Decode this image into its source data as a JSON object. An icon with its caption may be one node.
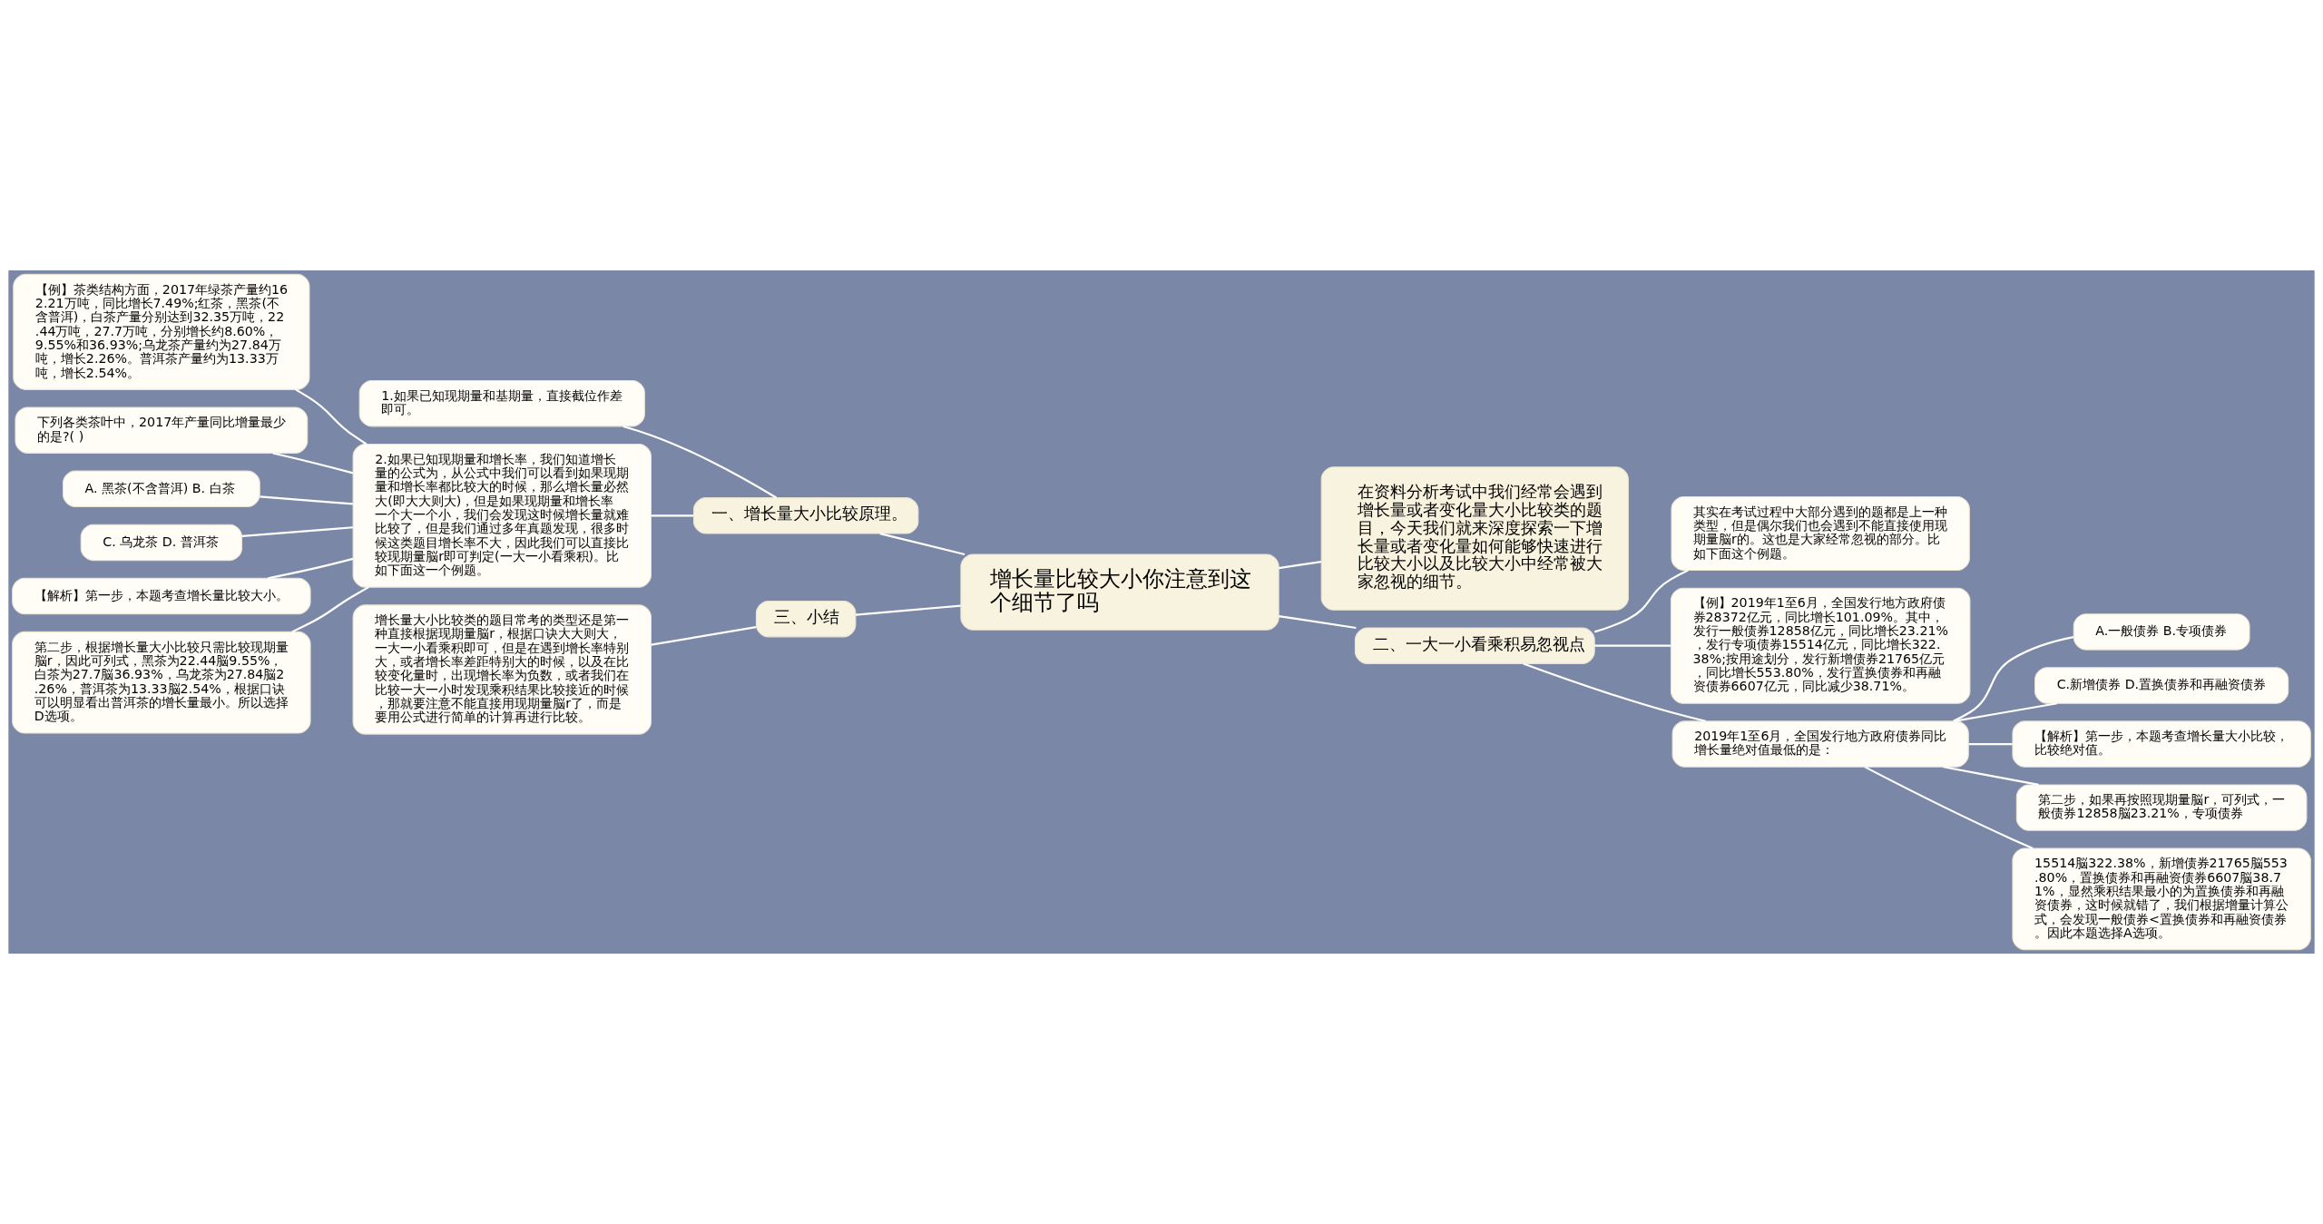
{
  "diagram": {
    "nodes": [
      {
        "text": [
          "增长量比较大小你注意到这个细节了吗"
        ]
      },
      {
        "text": [
          "在资料分析考试中我们经常会遇到增长量或者变化量大小比较类的题目，今天我们就来深度探索一下增长量或者变化量如何能够快速进行比较大小以及比较大小中经常被大家忽视的细节。"
        ]
      },
      {
        "text": [
          "一、增长量大小比较原理。"
        ]
      },
      {
        "text": [
          "1.如果已知现期量和基期量，直接截位作差即可。"
        ]
      },
      {
        "text": [
          "2.如果已知现期量和增长率，我们知道增长量的公式为，从公式中我们可以看到如果现期量和增长率都比较大的时候，那么增长量必然大(即大大则大)，但是如果现期量和增长率一个大一个小，我们会发现这时候增长量就难比较了，但是我们通过多年真题发现，很多时候这类题目增长率不大，因此我们可以直接比较现期量脳r即可判定(一大一小看乘积)。比如下面这一个例题。"
        ]
      },
      {
        "text": [
          "【例】茶类结构方面，2017年绿茶产量约162.21万吨，同比增长7.49%;红茶，黑茶(不含普洱)，白茶产量分别达到32.35万吨，22.44万吨，27.7万吨，分别增长约8.60%，9.55%和36.93%;乌龙茶产量约为27.84万吨，增长2.26%。普洱茶产量约为13.33万吨，增长2.54%。"
        ]
      },
      {
        "text": [
          "下列各类茶叶中，2017年产量同比增量最少的是?( )"
        ]
      },
      {
        "text": [
          "A. 黑茶(不含普洱) B. 白茶"
        ]
      },
      {
        "text": [
          "C. 乌龙茶 D. 普洱茶"
        ]
      },
      {
        "text": [
          "【解析】第一步，本题考查增长量比较大小。"
        ]
      },
      {
        "text": [
          "第二步，根据增长量大小比较只需比较现期量脳r，因此可列式，黑茶为22.44脳9.55%，白茶为27.7脳36.93%，乌龙茶为27.84脳2.26%，普洱茶为13.33脳2.54%，根据口诀可以明显看出普洱茶的增长量最小。所以选择D选项。"
        ]
      },
      {
        "text": [
          "二、一大一小看乘积易忽视点"
        ]
      },
      {
        "text": [
          "其实在考试过程中大部分遇到的题都是上一种类型，但是偶尔我们也会遇到不能直接使用现期量脳r的。这也是大家经常忽视的部分。比如下面这个例题。"
        ]
      },
      {
        "text": [
          "【例】2019年1至6月，全国发行地方政府债券28372亿元，同比增长101.09%。其中，发行一般债券12858亿元，同比增长23.21%，发行专项债券15514亿元，同比增长322.38%;按用途划分，发行新增债券21765亿元，同比增长553.80%，发行置换债券和再融资债券6607亿元，同比减少38.71%。"
        ]
      },
      {
        "text": [
          "2019年1至6月，全国发行地方政府债券同比增长量绝对值最低的是："
        ]
      },
      {
        "text": [
          "A.一般债券 B.专项债券"
        ]
      },
      {
        "text": [
          "C.新增债券 D.置换债券和再融资债券"
        ]
      },
      {
        "text": [
          "【解析】第一步，本题考查增长量大小比较，比较绝对值。"
        ]
      },
      {
        "text": [
          "第二步，如果再按照现期量脳r，可列式，一般债券12858脳23.21%，专项债券"
        ]
      },
      {
        "text": [
          "15514脳322.38%，新增债券21765脳553.80%，置换债券和再融资债券6607脳38.71%，显然乘积结果最小的为置换债券和再融资债券，这时候就错了，我们根据增量计算公式，会发现一般债券<置换债券和再融资债券。因此本题选择A选项。"
        ]
      },
      {
        "text": [
          "三、小结"
        ]
      },
      {
        "text": [
          "增长量大小比较类的题目常考的类型还是第一种直接根据现期量脳r，根据口诀大大则大，一大一小看乘积即可，但是在遇到增长率特别大，或者增长率差距特别大的时候，以及在比较变化量时，出现增长率为负数，或者我们在比较一大一小时发现乘积结果比较接近的时候，那就要注意不能直接用现期量脳r了，而是要用公式进行简单的计算再进行比较。"
        ]
      }
    ],
    "edges": [
      {
        "from": 0,
        "to": 1,
        "arrow": "none"
      },
      {
        "from": 2,
        "to": 0,
        "arrow": "none"
      },
      {
        "from": 3,
        "to": 2,
        "arrow": "none"
      },
      {
        "from": 4,
        "to": 2,
        "arrow": "none"
      },
      {
        "from": 5,
        "to": 4,
        "arrow": "none"
      },
      {
        "from": 6,
        "to": 4,
        "arrow": "none"
      },
      {
        "from": 7,
        "to": 4,
        "arrow": "none"
      },
      {
        "from": 8,
        "to": 4,
        "arrow": "none"
      },
      {
        "from": 9,
        "to": 4,
        "arrow": "none"
      },
      {
        "from": 10,
        "to": 4,
        "arrow": "none"
      },
      {
        "from": 0,
        "to": 11,
        "arrow": "none"
      },
      {
        "from": 11,
        "to": 12,
        "arrow": "none"
      },
      {
        "from": 11,
        "to": 13,
        "arrow": "none"
      },
      {
        "from": 11,
        "to": 14,
        "arrow": "none"
      },
      {
        "from": 14,
        "to": 15,
        "arrow": "none"
      },
      {
        "from": 14,
        "to": 16,
        "arrow": "none"
      },
      {
        "from": 14,
        "to": 17,
        "arrow": "none"
      },
      {
        "from": 14,
        "to": 18,
        "arrow": "none"
      },
      {
        "from": 14,
        "to": 19,
        "arrow": "none"
      },
      {
        "from": 20,
        "to": 0,
        "arrow": "none"
      },
      {
        "from": 21,
        "to": 20,
        "arrow": "none"
      }
    ]
  }
}
